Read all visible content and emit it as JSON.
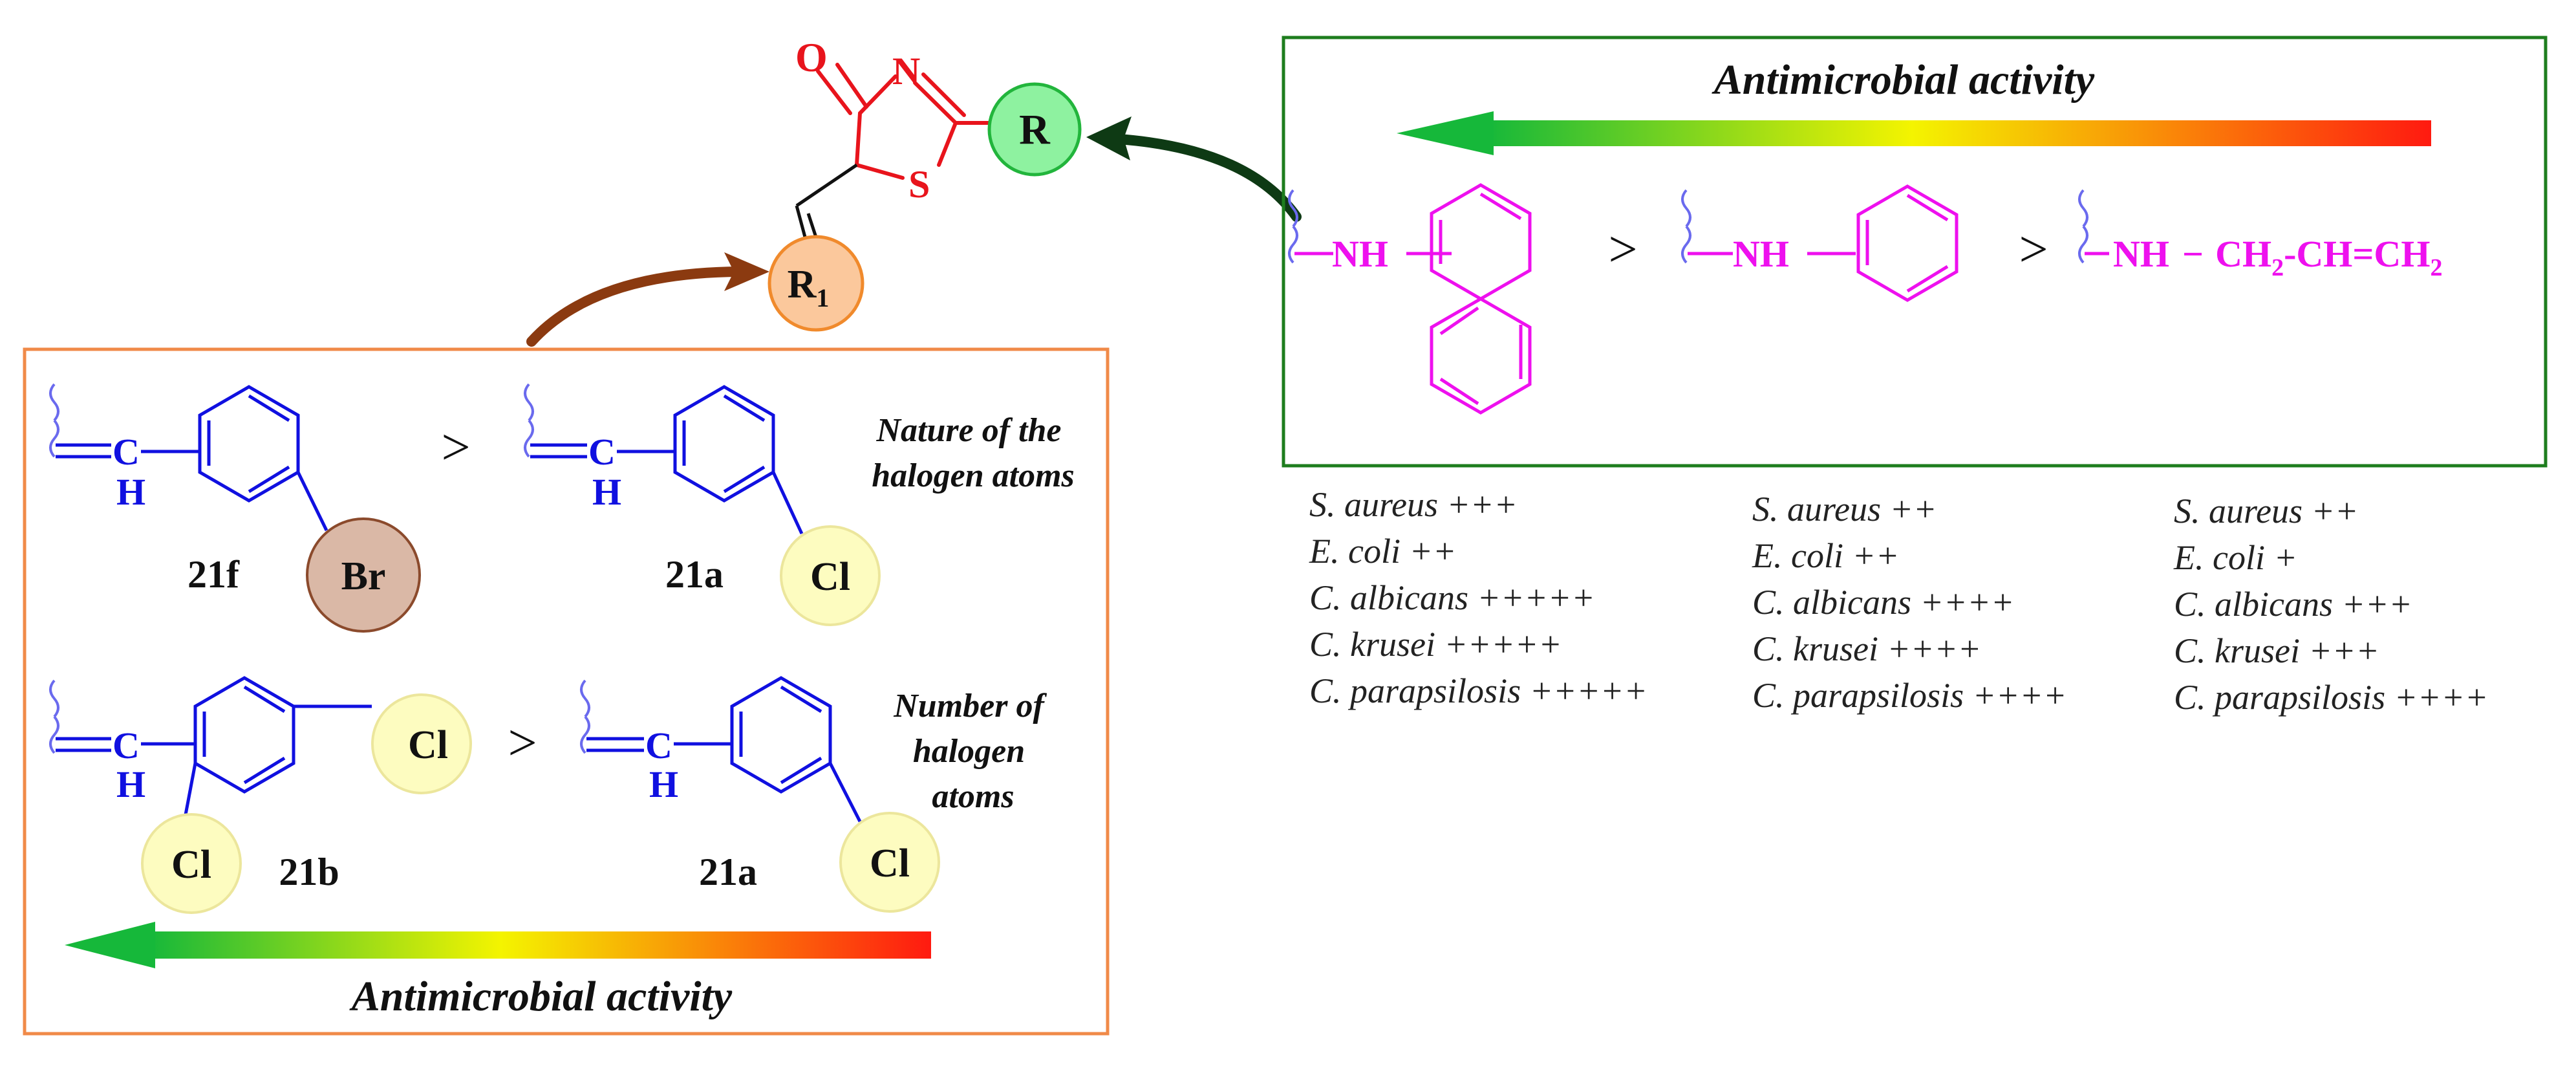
{
  "colors": {
    "core_red": "#e8141c",
    "r_circle_fill": "#8ef2a0",
    "r_circle_stroke": "#22b53c",
    "r1_circle_fill": "#fbc89c",
    "r1_circle_stroke": "#f08a2c",
    "left_box_stroke": "#f08a48",
    "right_box_stroke": "#1e7d1e",
    "blue_struct": "#1010e0",
    "magenta_struct": "#ee10ee",
    "br_fill": "#dab8a6",
    "br_stroke": "#8b4a2c",
    "cl_fill": "#fdfcc0",
    "cl_stroke": "#ece69c",
    "brown_arrow": "#8b3a10",
    "dark_green_arrow": "#0e3a14",
    "gradient": [
      "#16b83a",
      "#f4f400",
      "#ff1a10"
    ]
  },
  "core": {
    "o_label": "O",
    "n_label": "N",
    "s_label": "S",
    "r_label": "R",
    "r1_label": "R",
    "r1_subscript": "1"
  },
  "right_panel": {
    "title": "Antimicrobial activity",
    "structures": [
      {
        "name": "naphthylamino",
        "label": "NH"
      },
      {
        "name": "phenylamino",
        "label": "NH"
      },
      {
        "name": "allylamino",
        "label_parts": [
          "NH",
          "CH",
          "2",
          "-CH=CH",
          "2"
        ]
      }
    ],
    "greater_than": ">",
    "activity_lists": [
      [
        "S. aureus +++",
        "E. coli ++",
        "C. albicans +++++",
        "C. krusei +++++",
        "C. parapsilosis +++++"
      ],
      [
        "S. aureus ++",
        "E. coli ++",
        "C. albicans ++++",
        "C. krusei ++++",
        "C. parapsilosis ++++"
      ],
      [
        "S. aureus ++",
        "E. coli +",
        "C. albicans +++",
        "C. krusei +++",
        "C. parapsilosis ++++"
      ]
    ]
  },
  "left_panel": {
    "title": "Antimicrobial activity",
    "greater_than": ">",
    "c_label": "C",
    "h_label": "H",
    "row1": {
      "annotation": [
        "Nature of the",
        "halogen atoms"
      ],
      "left": {
        "code": "21f",
        "halogen": "Br"
      },
      "right": {
        "code": "21a",
        "halogen": "Cl"
      }
    },
    "row2": {
      "annotation": [
        "Number of",
        "halogen",
        "atoms"
      ],
      "left": {
        "code": "21b",
        "halogens": [
          "Cl",
          "Cl"
        ]
      },
      "right": {
        "code": "21a",
        "halogen": "Cl"
      }
    }
  }
}
